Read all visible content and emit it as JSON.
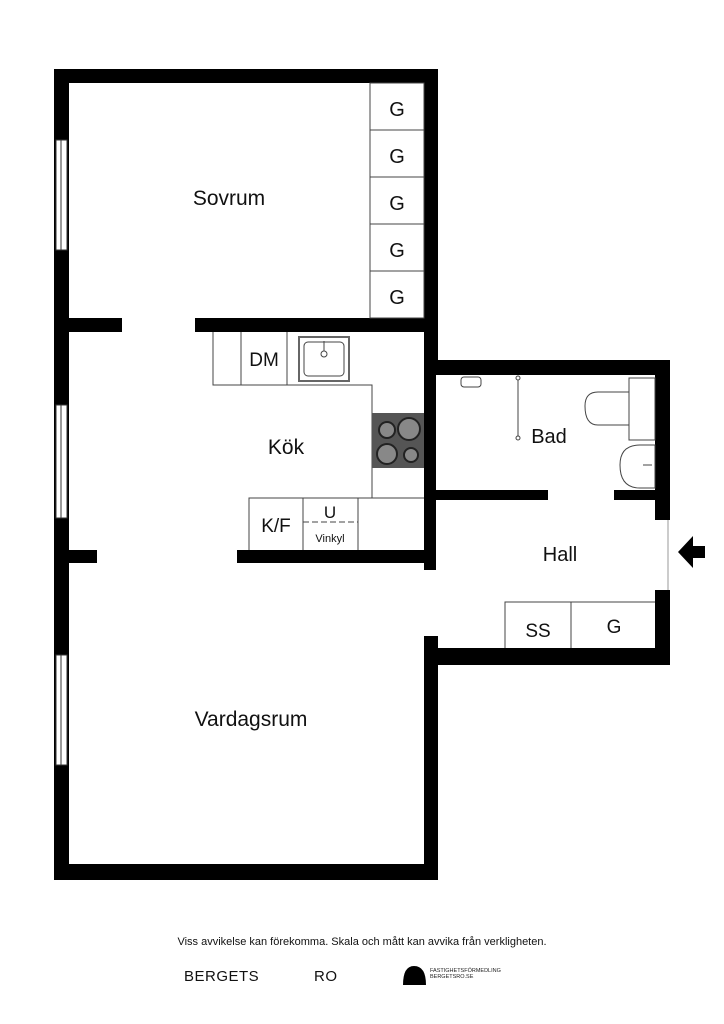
{
  "rooms": {
    "sovrum": "Sovrum",
    "kok": "Kök",
    "bad": "Bad",
    "hall": "Hall",
    "vardagsrum": "Vardagsrum"
  },
  "fixtures": {
    "wardrobe": "G",
    "dishwasher": "DM",
    "fridge_freezer": "K/F",
    "oven": "U",
    "oven_note": "Vinkyl",
    "hall_cabinet": "SS",
    "hall_wardrobe": "G"
  },
  "entrance_icon": "arrow-left-icon",
  "footer": {
    "disclaimer": "Viss avvikelse kan förekomma. Skala och mått kan avvika från verkligheten.",
    "brand_left": "BERGETS",
    "brand_right": "RO",
    "tagline_1": "FASTIGHETSFÖRMEDLING",
    "tagline_2": "BERGETSRO.SE"
  }
}
